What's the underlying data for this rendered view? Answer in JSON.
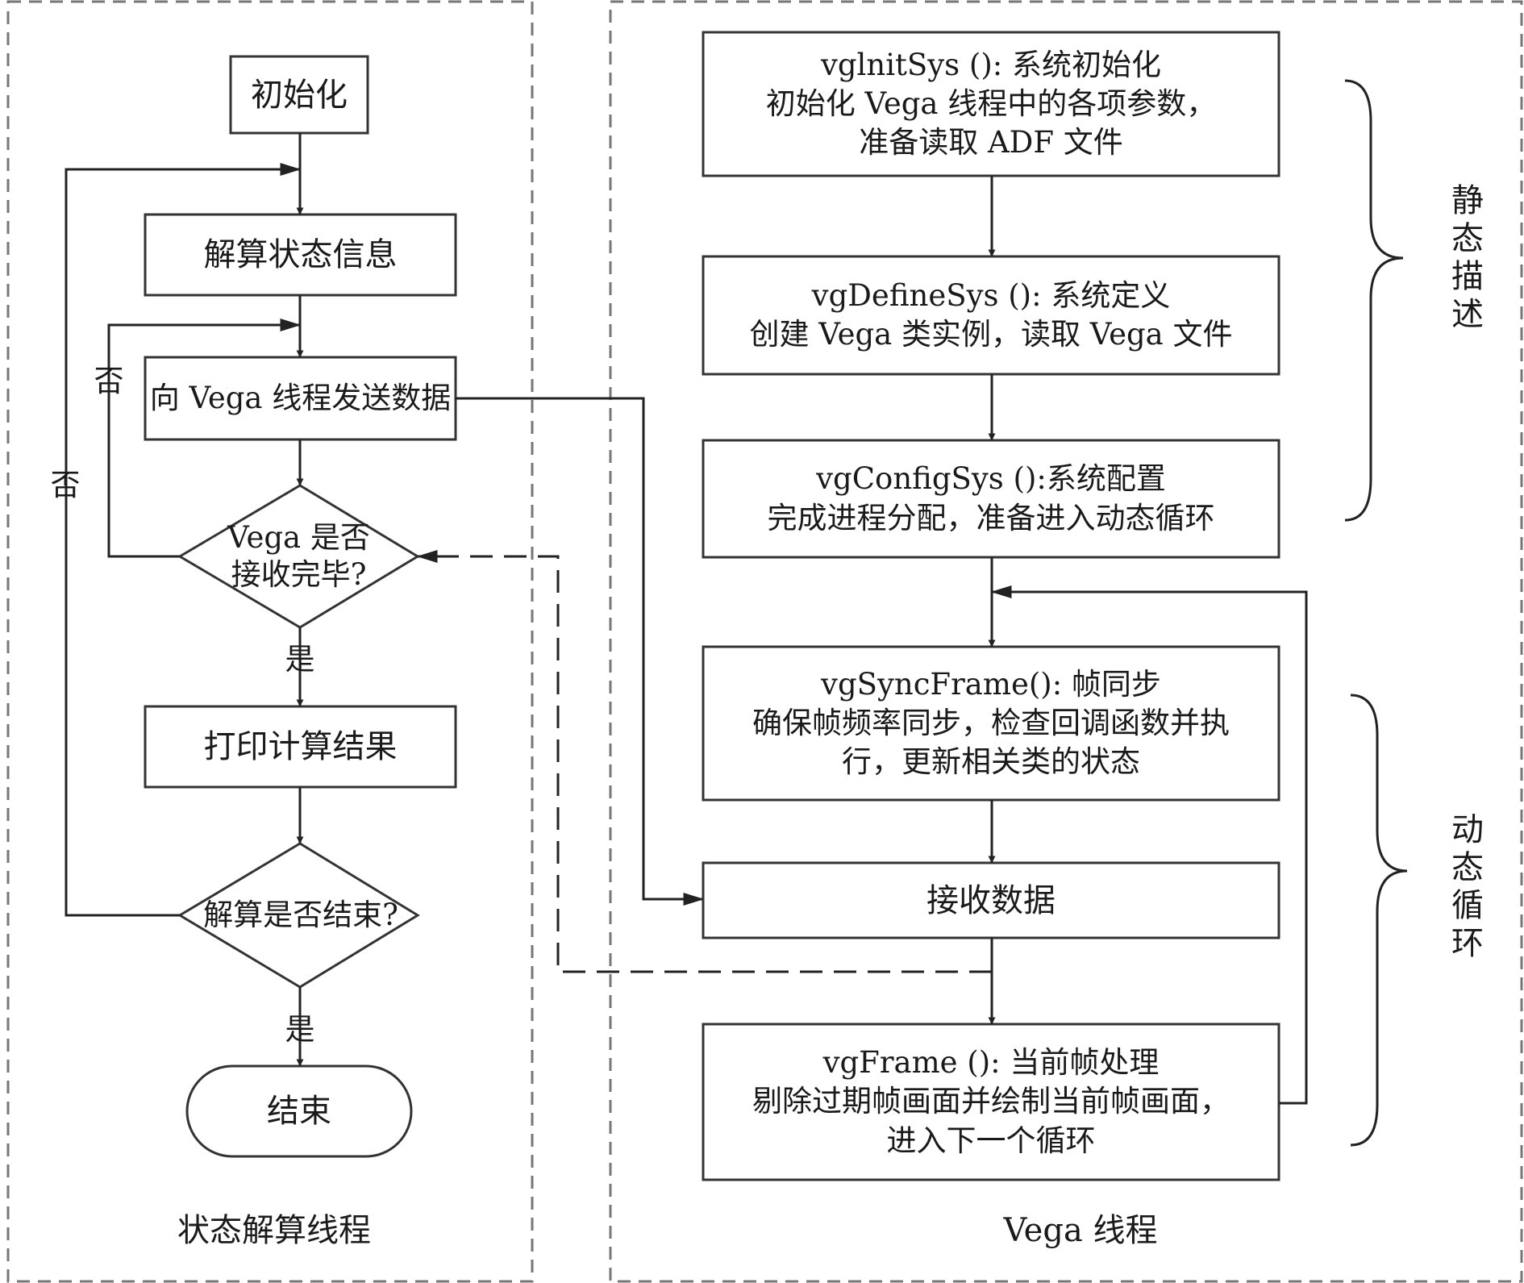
{
  "left_thread": {
    "title": "状态解算线程",
    "init": "初始化",
    "solve_state": "解算状态信息",
    "send_data": "向 Vega 线程发送数据",
    "decision_received": [
      "Vega 是否",
      "接收完毕?"
    ],
    "print_result": "打印计算结果",
    "decision_finished": "解算是否结束?",
    "end": "结束",
    "label_no_inner": "否",
    "label_no_outer": "否",
    "label_yes_1": "是",
    "label_yes_2": "是"
  },
  "right_thread": {
    "title": "Vega 线程",
    "init_sys": [
      "vglnitSys (): 系统初始化",
      "初始化 Vega 线程中的各项参数，",
      "准备读取 ADF 文件"
    ],
    "define_sys": [
      "vgDefineSys (): 系统定义",
      "创建 Vega 类实例，读取 Vega 文件"
    ],
    "config_sys": [
      "vgConfigSys ():系统配置",
      "完成进程分配，准备进入动态循环"
    ],
    "sync_frame": [
      "vgSyncFrame(): 帧同步",
      "确保帧频率同步，检查回调函数并执",
      "行，更新相关类的状态"
    ],
    "receive_data": "接收数据",
    "frame": [
      "vgFrame (): 当前帧处理",
      "剔除过期帧画面并绘制当前帧画面，",
      "进入下一个循环"
    ]
  },
  "brackets": {
    "static_desc": [
      "静",
      "态",
      "描",
      "述"
    ],
    "dynamic_loop": [
      "动",
      "态",
      "循",
      "环"
    ]
  }
}
